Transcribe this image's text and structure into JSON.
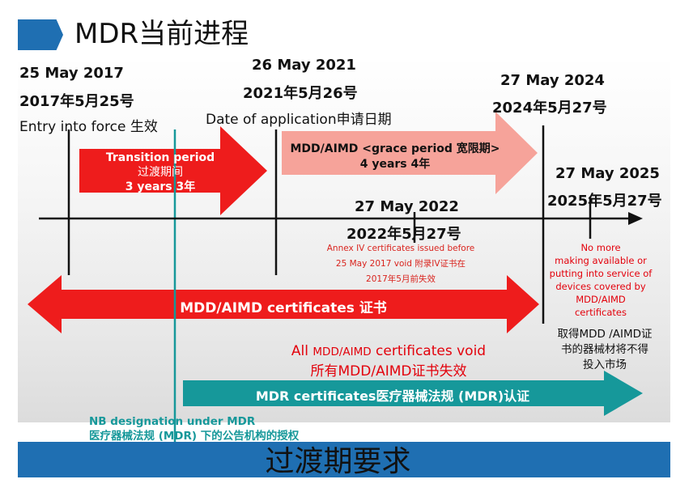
{
  "title": "MDR当前进程",
  "dates": {
    "d2017_en": "25 May 2017",
    "d2017_cn": "2017年5月25号",
    "d2017_desc": "Entry into force 生效",
    "d2021_en": "26 May 2021",
    "d2021_cn": "2021年5月26号",
    "d2021_desc": "Date of application申请日期",
    "d2024_en": "27 May 2024",
    "d2024_cn": "2024年5月27号",
    "d2025_en": "27 May 2025",
    "d2025_cn": "2025年5月27号",
    "d2022_en": "27 May 2022",
    "d2022_cn": "2022年5月27号"
  },
  "transition": {
    "line1": "Transition period",
    "line2": "过渡期间",
    "line3": "3 years 3年"
  },
  "grace": {
    "line1": "MDD/AIMD <grace period 宽限期>",
    "line2": "4 years 4年"
  },
  "annex": {
    "line1": "Annex IV certificates issued before",
    "line2": "25 May 2017 void 附录IV证书在",
    "line3": "2017年5月前失效"
  },
  "mdd_cert_label": "MDD/AIMD certificates 证书",
  "no_more": {
    "line1": "No more",
    "line2": "making available or",
    "line3": "putting into service of",
    "line4": "devices covered by",
    "line5": "MDD/AIMD",
    "line6": "certificates"
  },
  "cn_note": {
    "line1": "取得MDD /AIMD证",
    "line2": "书的器械材将不得",
    "line3": "投入市场"
  },
  "void": {
    "line1_prefix": "All ",
    "line1_mid": "MDD/AIMD",
    "line1_suffix": " certificates void",
    "line2": "所有MDD/AIMD证书失效"
  },
  "mdr_cert_label": "MDR certificates医疗器械法规 (MDR)认证",
  "nb": {
    "line1": "NB designation under  MDR",
    "line2": "医疗器械法规 (MDR) 下的公告机构的授权"
  },
  "footer": "过渡期要求",
  "colors": {
    "brand_blue": "#1f6fb2",
    "arrow_red": "#ee1c1c",
    "arrow_pink": "#f6a39a",
    "teal": "#16989a",
    "note_red": "#e3000b"
  }
}
